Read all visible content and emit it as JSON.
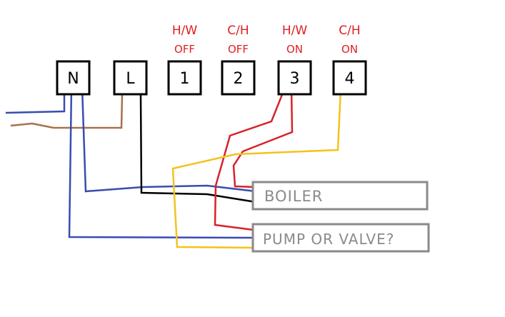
{
  "terminals": [
    {
      "label": "N",
      "annotation_top": "",
      "annotation_bottom": ""
    },
    {
      "label": "L",
      "annotation_top": "",
      "annotation_bottom": ""
    },
    {
      "label": "1",
      "annotation_top": "H/W",
      "annotation_bottom": "OFF"
    },
    {
      "label": "2",
      "annotation_top": "C/H",
      "annotation_bottom": "OFF"
    },
    {
      "label": "3",
      "annotation_top": "H/W",
      "annotation_bottom": "ON"
    },
    {
      "label": "4",
      "annotation_top": "C/H",
      "annotation_bottom": "ON"
    }
  ],
  "devices": {
    "boiler": "BOILER",
    "pump": "PUMP OR VALVE?"
  },
  "colors": {
    "background": "#ffffff",
    "terminal_border": "#000000",
    "device_border": "#8a8a8a",
    "device_text": "#8a8a8a",
    "annotation": "#e02020",
    "neutral_wire": "#3a4bb0",
    "live_wire": "#000000",
    "supply_live": "#a8704a",
    "hw_on_wire": "#d6232a",
    "ch_on_wire": "#f2c31c"
  }
}
